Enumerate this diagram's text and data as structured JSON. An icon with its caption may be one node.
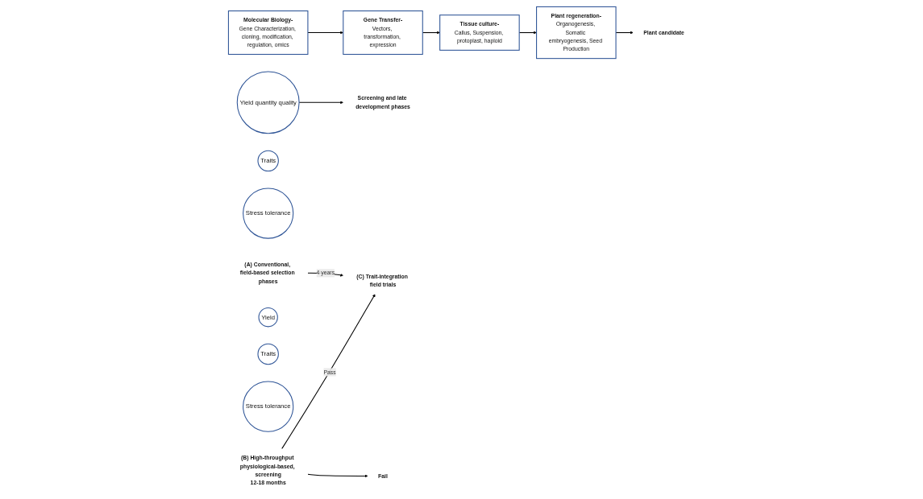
{
  "diagram": {
    "nodes": [
      {
        "text": [
          "Molecular Biology-",
          "Gene Characterization, cloning, modification, regulation, omics"
        ]
      },
      {
        "text": [
          "Gene Transfer-",
          "Vectors, transformation, expression"
        ]
      },
      {
        "text": [
          "Tissue culture-",
          "Callus, Suspension, protoplast, haploid"
        ]
      },
      {
        "text": [
          "Plant regeneration-",
          "Organogenesis, Somatic embryogenesis, Seed Production"
        ]
      },
      {
        "text": [
          "Plant  candidate"
        ]
      },
      {
        "text": [
          "Yield quantity quality"
        ]
      },
      {
        "text": [
          "Traits"
        ]
      },
      {
        "text": [
          "Stress tolerance"
        ]
      },
      {
        "text": [
          "Screening and late development phases"
        ]
      },
      {
        "text": [
          "(A) Conventional, field-based selection phases"
        ]
      },
      {
        "text": [
          "(C) Trait-integration field trials"
        ]
      },
      {
        "text": [
          "Yield"
        ]
      },
      {
        "text": [
          "Traits"
        ]
      },
      {
        "text": [
          "Stress tolerance"
        ]
      },
      {
        "text": [
          "(B) High-throughput physiological-based, screening",
          "12-18 months"
        ]
      },
      {
        "text": [
          "Fail"
        ]
      }
    ],
    "edges": [
      {
        "from": 0,
        "to": 1,
        "arrow": "to"
      },
      {
        "from": 1,
        "to": 2,
        "arrow": "to"
      },
      {
        "from": 2,
        "to": 3,
        "arrow": "to"
      },
      {
        "from": 3,
        "to": 4,
        "arrow": "to"
      },
      {
        "from": 5,
        "to": 8,
        "arrow": "to"
      },
      {
        "from": 9,
        "to": 10,
        "arrow": "to",
        "label": "4 years"
      },
      {
        "from": 14,
        "to": 10,
        "arrow": "to",
        "label": "Pass"
      },
      {
        "from": 14,
        "to": 15,
        "arrow": "to"
      }
    ]
  }
}
